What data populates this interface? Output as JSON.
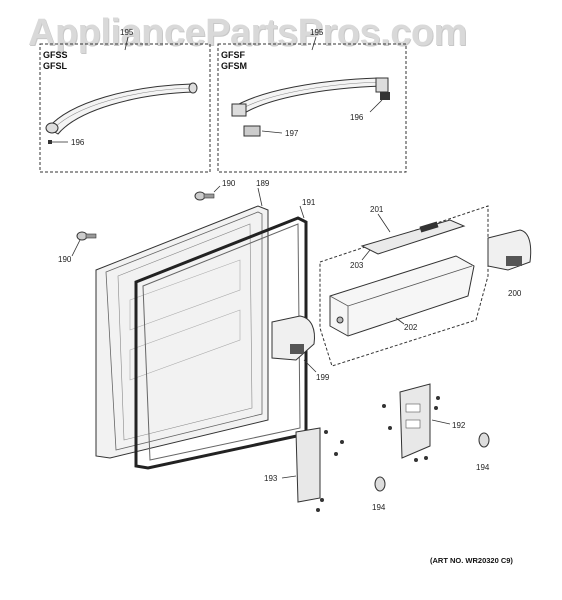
{
  "watermark": "AppliancePartsPros.com",
  "models": {
    "left": [
      "GFSS",
      "GFSL"
    ],
    "right": [
      "GFSF",
      "GFSM"
    ]
  },
  "parts": {
    "p195a": "195",
    "p195b": "195",
    "p196a": "196",
    "p196b": "196",
    "p197": "197",
    "p189": "189",
    "p190a": "190",
    "p190b": "190",
    "p191": "191",
    "p199": "199",
    "p200": "200",
    "p201": "201",
    "p202": "202",
    "p203": "203",
    "p192": "192",
    "p193": "193",
    "p194a": "194",
    "p194b": "194"
  },
  "art_number": "(ART NO. WR20320 C9)"
}
